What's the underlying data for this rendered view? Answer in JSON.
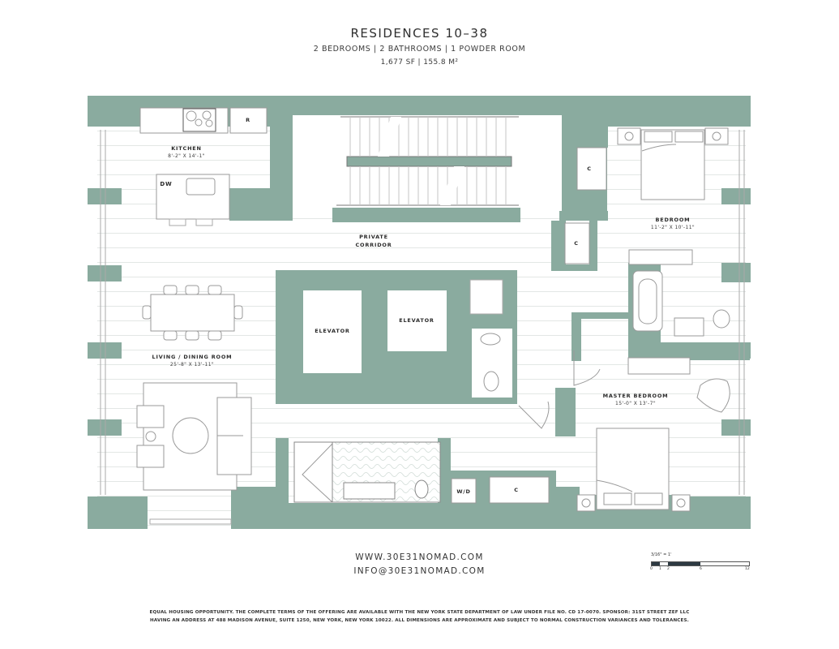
{
  "header": {
    "title": "RESIDENCES 10–38",
    "subtitle": "2 BEDROOMS | 2 BATHROOMS | 1 POWDER ROOM",
    "area": "1,677 SF | 155.8 M²"
  },
  "colors": {
    "wall": "#8aab9f",
    "floor_lines": "#e4e8e6",
    "fixture_stroke": "#8f8f8f",
    "text": "#2a2a2a"
  },
  "rooms": {
    "kitchen": {
      "name": "KITCHEN",
      "dims": "8'-2\" X 14'-1\""
    },
    "living": {
      "name": "LIVING / DINING ROOM",
      "dims": "25'-8\" X 13'-11\""
    },
    "corridor": {
      "name1": "PRIVATE",
      "name2": "CORRIDOR"
    },
    "bedroom": {
      "name": "BEDROOM",
      "dims": "11'-2\" X 10'-11\""
    },
    "master": {
      "name": "MASTER BEDROOM",
      "dims": "15'-0\" X 13'-7\""
    },
    "elevator1": {
      "name": "ELEVATOR"
    },
    "elevator2": {
      "name": "ELEVATOR"
    }
  },
  "fixtures": {
    "refrigerator": "R",
    "dishwasher": "DW",
    "closet": "C",
    "washer_dryer": "W/D"
  },
  "contact": {
    "website": "WWW.30E31NOMAD.COM",
    "email": "INFO@30E31NOMAD.COM"
  },
  "scale": {
    "label": "3/16\" = 1'",
    "ticks": [
      "0",
      "1",
      "2",
      "6",
      "12"
    ]
  },
  "disclaimer": {
    "line1": "EQUAL HOUSING OPPORTUNITY. THE COMPLETE TERMS OF THE OFFERING ARE AVAILABLE WITH THE NEW YORK STATE DEPARTMENT OF LAW UNDER FILE NO. CD 17-0070. SPONSOR: 31ST STREET ZEF LLC",
    "line2": "HAVING AN ADDRESS AT 488 MADISON AVENUE, SUITE 1250, NEW YORK, NEW YORK 10022. ALL DIMENSIONS ARE APPROXIMATE AND SUBJECT TO NORMAL CONSTRUCTION VARIANCES AND TOLERANCES."
  }
}
